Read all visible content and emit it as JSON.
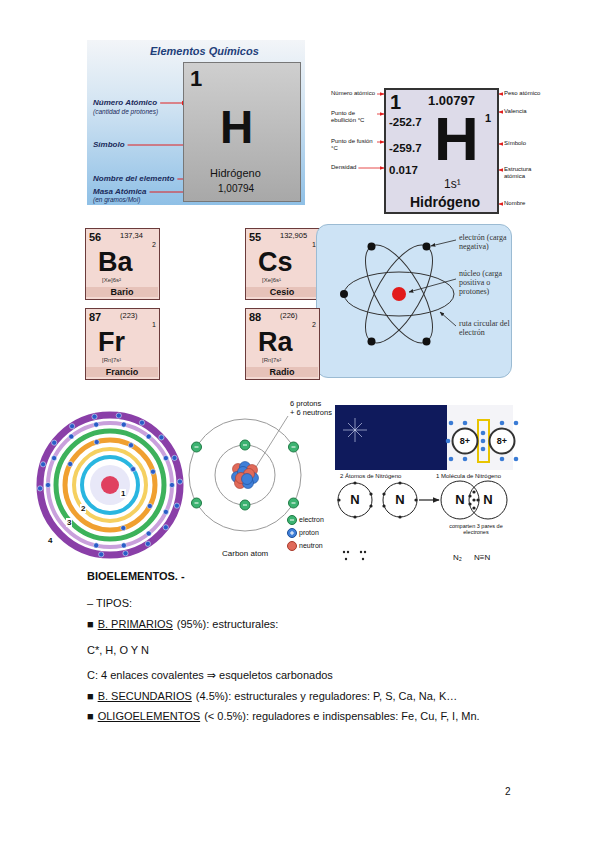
{
  "diagram": {
    "nodes": [
      {
        "text": [
          "1",
          "H",
          "Hidrógeno",
          "1,00794"
        ]
      },
      {
        "text": [
          "1",
          "1.00797",
          "1",
          "-252.7",
          "-259.7",
          "0.017",
          "H",
          "1s¹",
          "Hidrógeno"
        ]
      },
      {
        "text": [
          "56",
          "137,34",
          "2",
          "Ba",
          "[Xe]6s²",
          "Bario"
        ]
      },
      {
        "text": [
          "55",
          "132,905",
          "1",
          "Cs",
          "[Xe]6s¹",
          "Cesio"
        ]
      },
      {
        "text": [
          "electrón (carga negativa)",
          "núcleo (carga positiva o protones)",
          "ruta circular del electrón"
        ]
      },
      {
        "text": [
          "87",
          "(223)",
          "1",
          "Fr",
          "[Rn]7s¹",
          "Francio"
        ]
      },
      {
        "text": [
          "88",
          "(226)",
          "2",
          "Ra",
          "[Rn]7s²",
          "Radio"
        ]
      },
      {
        "text": [
          "8+"
        ]
      },
      {
        "text": [
          "8+"
        ]
      },
      {
        "text": [
          "N"
        ]
      },
      {
        "text": [
          "N"
        ]
      },
      {
        "text": [
          "N"
        ]
      },
      {
        "text": [
          "N"
        ]
      }
    ],
    "edges": [
      {
        "from": 10,
        "to": 11,
        "arrow": "to"
      }
    ],
    "labels": [
      "Elementos Químicos",
      "Número Atómico",
      "(cantidad de protones)",
      "Símbolo",
      "Nombre del elemento",
      "Masa Atómica",
      "(en gramos/Mol)",
      "Número atómico",
      "Peso atómico",
      "Punto de ebullición °C",
      "Valencia",
      "Punto de fusión °C",
      "Símbolo",
      "Densidad",
      "Estructura atómica",
      "Nombre",
      "1",
      "2",
      "3",
      "4",
      "6 protons",
      "+ 6 neutrons",
      "electron",
      "proton",
      "neutron",
      "Carbon atom",
      "2 Átomos de Nitrógeno",
      "1 Molécula de Nitrógeno",
      "comparten 3 pares de electrones",
      "N₂",
      "N≡N",
      "BIOELEMENTOS. -",
      "– TIPOS:",
      "■",
      "B. PRIMARIOS",
      "(95%): estructurales:",
      "C*, H, O Y N",
      "C: 4 enlaces covalentes ⇒ esqueletos carbonados",
      "■",
      "B. SECUNDARIOS",
      "(4.5%): estructurales y reguladores: P, S, Ca, Na, K…",
      "■",
      "OLIGOELEMENTOS",
      "(< 0.5%): reguladores e indispensables: Fe, Cu, F, I, Mn.",
      "2"
    ]
  }
}
